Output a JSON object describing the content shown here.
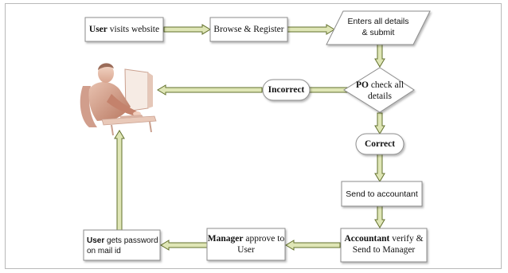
{
  "nodes": {
    "user_visits": {
      "bold": "User",
      "rest": " visits website"
    },
    "browse_register": {
      "text": "Browse & Register"
    },
    "enters_details": {
      "line1": "Enters all details",
      "line2": "& submit"
    },
    "po_check": {
      "bold": "PO",
      "rest": " check all",
      "line2": "details"
    },
    "incorrect": {
      "text": "Incorrect"
    },
    "correct": {
      "text": "Correct"
    },
    "send_accountant": {
      "text": "Send to accountant"
    },
    "accountant_verify": {
      "bold": "Accountant",
      "rest": " verify &",
      "line2": "Send to Manager"
    },
    "manager_approve": {
      "bold": "Manager",
      "rest": " approve to",
      "line2": "User"
    },
    "user_password": {
      "bold": "User",
      "rest": " gets password",
      "line2": "on mail  id"
    }
  },
  "image": {
    "icon": "person-at-computer-icon"
  },
  "colors": {
    "box_border": "#8c8c8c",
    "arrow_fill": "#dfe6b6",
    "arrow_stroke": "#62702c"
  }
}
